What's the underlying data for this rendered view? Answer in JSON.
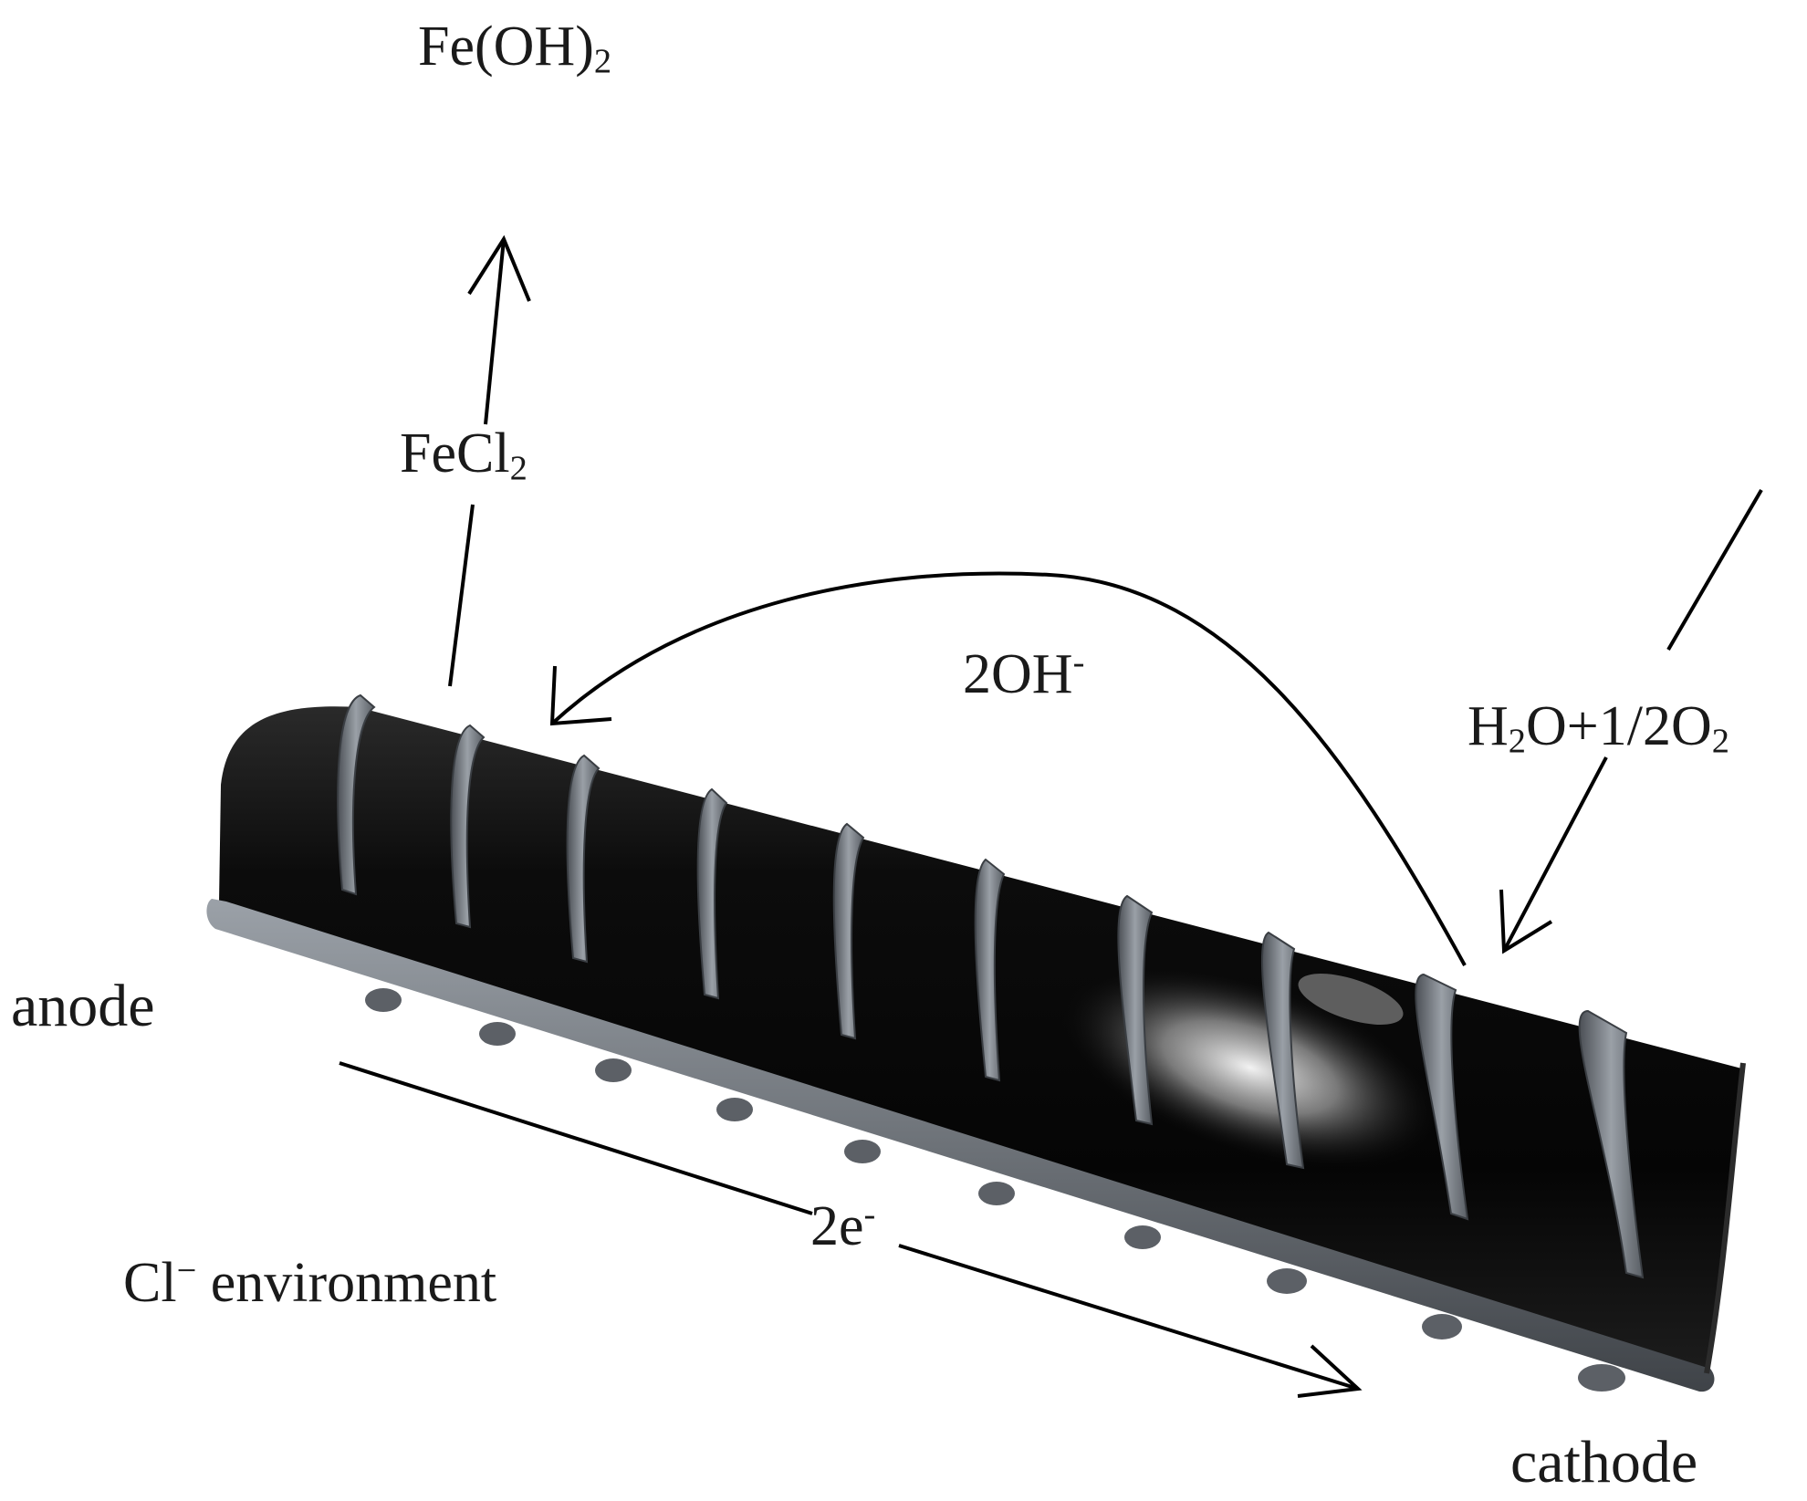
{
  "labels": {
    "feoh2": {
      "main": "Fe(OH)",
      "sub": "2"
    },
    "fecl2": {
      "main": "FeCl",
      "sub": "2"
    },
    "hydroxide": {
      "main": "2OH",
      "sup": "-"
    },
    "water_oxygen": {
      "p1": "H",
      "s1": "2",
      "p2": "O+1/2O",
      "s2": "2"
    },
    "anode": "anode",
    "cathode": "cathode",
    "electrons": {
      "main": "2e",
      "sup": "-"
    },
    "chloride": {
      "main": "Cl",
      "sup": "−",
      "rest": " environment"
    }
  },
  "colors": {
    "rebar_body": "#0b0b0b",
    "rebar_rib": "#6b6f75",
    "rebar_highlight": "#ffffff",
    "arrow": "#000000",
    "text": "#1a1a1a"
  },
  "icons": {
    "rebar": "ribbed-steel-bar",
    "arrowhead": "open-chevron-arrowhead"
  }
}
